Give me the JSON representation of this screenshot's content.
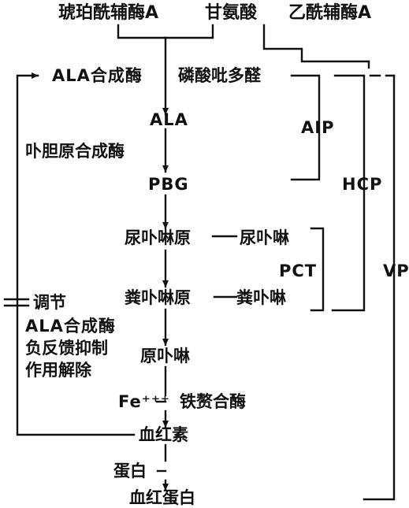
{
  "colors": {
    "ink": "#111111",
    "background": "#ffffff"
  },
  "nodes": {
    "succinyl_coa": "琥珀酰辅酶A",
    "glycine": "甘氨酸",
    "acetyl_coa": "乙酰辅酶A",
    "ala_synthase": "ALA合成酶",
    "pyridoxal_phosphate": "磷酸吡多醛",
    "ala": "ALA",
    "porphobilinogen_synthase": "卟胆原合成酶",
    "pbg": "PBG",
    "uroporphyrinogen": "尿卟啉原",
    "uroporphyrin": "尿卟啉",
    "coproporphyrinogen": "粪卟啉原",
    "coproporphyrin": "粪卟啉",
    "protoporphyrin": "原卟啉",
    "iron": "Fe⁺⁺⁺",
    "ferrochelatase": "铁赘合酶",
    "heme": "血红素",
    "globin": "蛋白",
    "hemoglobin": "血红蛋白"
  },
  "feedback": {
    "line1": "调节",
    "line2": "ALA合成酶",
    "line3": "负反馈抑制",
    "line4": "作用解除"
  },
  "disease_labels": {
    "aip": "AIP",
    "pct": "PCT",
    "hcp": "HCP",
    "vp": "VP"
  }
}
